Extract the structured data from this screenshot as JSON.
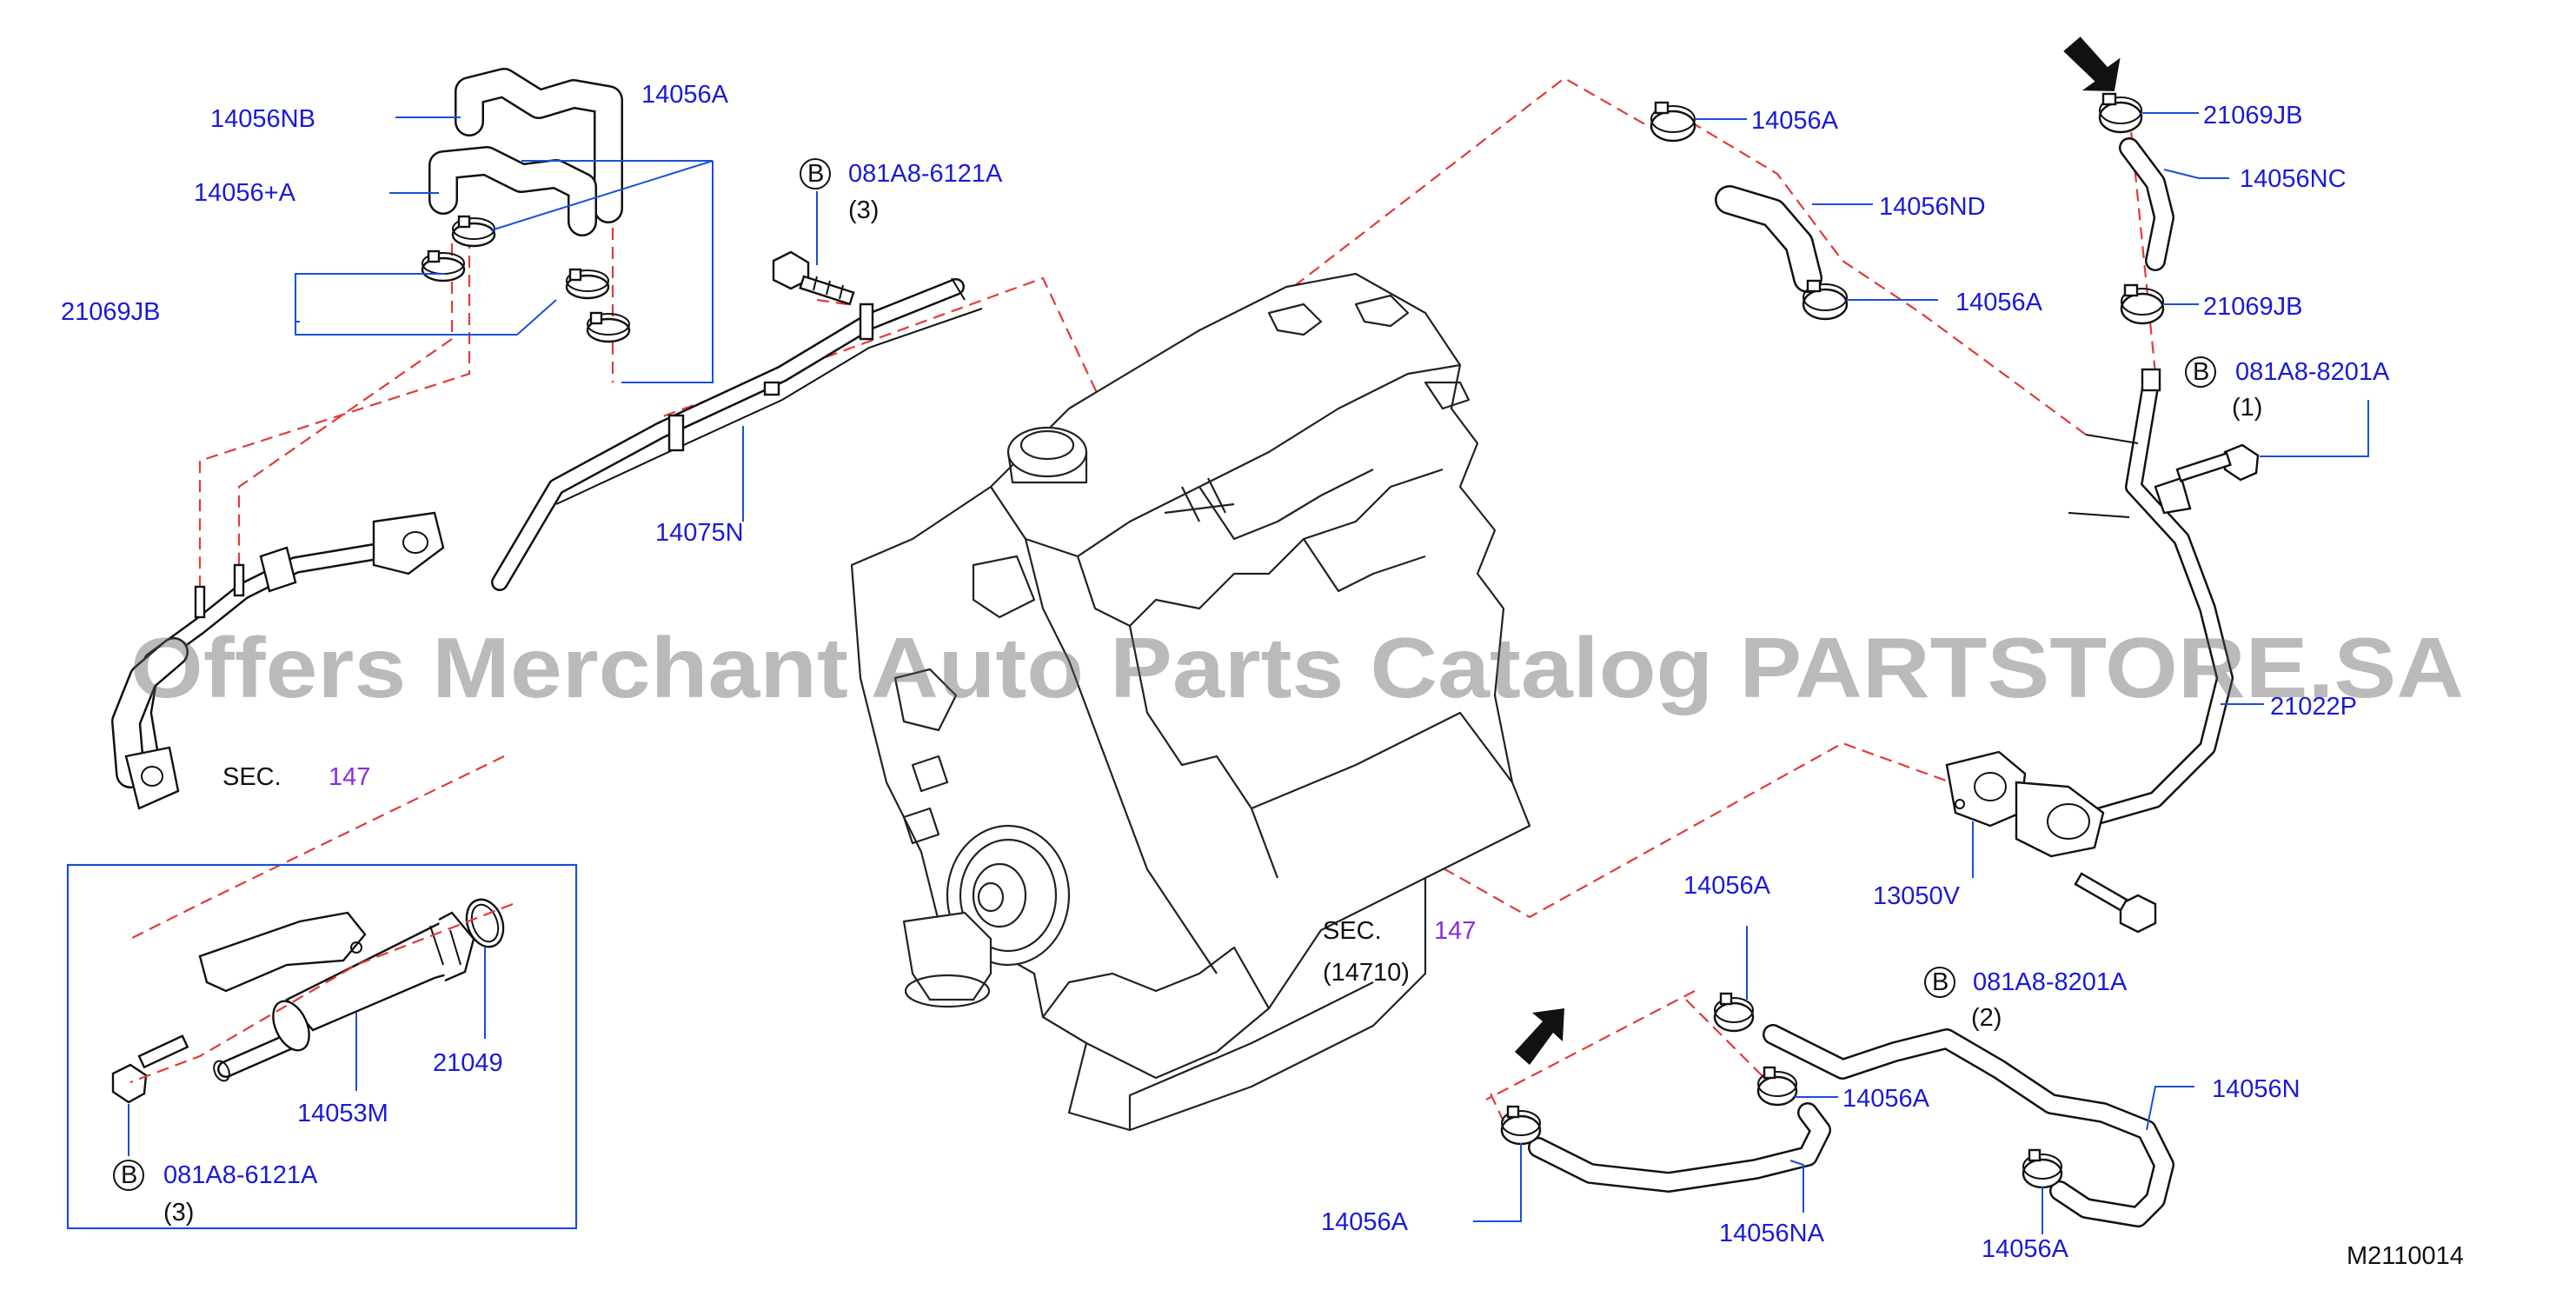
{
  "diagram_id": "M2110014",
  "watermark": "Offers Merchant Auto Parts Catalog PARTSTORE.SA",
  "bolt_symbol": "B",
  "colors": {
    "part_number": "#1a1ad6",
    "section_ref": "#8a2be2",
    "leader": "#1a4fd6",
    "dashed_link": "#e23a3a"
  },
  "parts": {
    "p14056NB": "14056NB",
    "p14056plusA": "14056+A",
    "p21069JB_top_left": "21069JB",
    "p14056A_top_left": "14056A",
    "p081A8_6121A_top": "081A8-6121A",
    "qty_3_top": "(3)",
    "p14075N": "14075N",
    "p14056A_top_center": "14056A",
    "p14056ND": "14056ND",
    "p14056A_center_right": "14056A",
    "p21069JB_top_right": "21069JB",
    "p14056NC": "14056NC",
    "p21069JB_right": "21069JB",
    "p081A8_8201A_right": "081A8-8201A",
    "qty_1": "(1)",
    "p21022P": "21022P",
    "p13050V": "13050V",
    "p081A8_8201A_bottom": "081A8-8201A",
    "qty_2": "(2)",
    "p14056A_bottom_top": "14056A",
    "p14056A_bottom_mid": "14056A",
    "p14056N": "14056N",
    "p14056A_bottom_left": "14056A",
    "p14056NA": "14056NA",
    "p14056A_bottom_right": "14056A",
    "p21049": "21049",
    "p14053M": "14053M",
    "p081A8_6121A_inset": "081A8-6121A",
    "qty_3_inset": "(3)"
  },
  "section_refs": {
    "sec_left_prefix": "SEC.",
    "sec_left_num": "147",
    "sec_center_prefix": "SEC.",
    "sec_center_num": "147",
    "sec_center_sub": "(14710)"
  }
}
